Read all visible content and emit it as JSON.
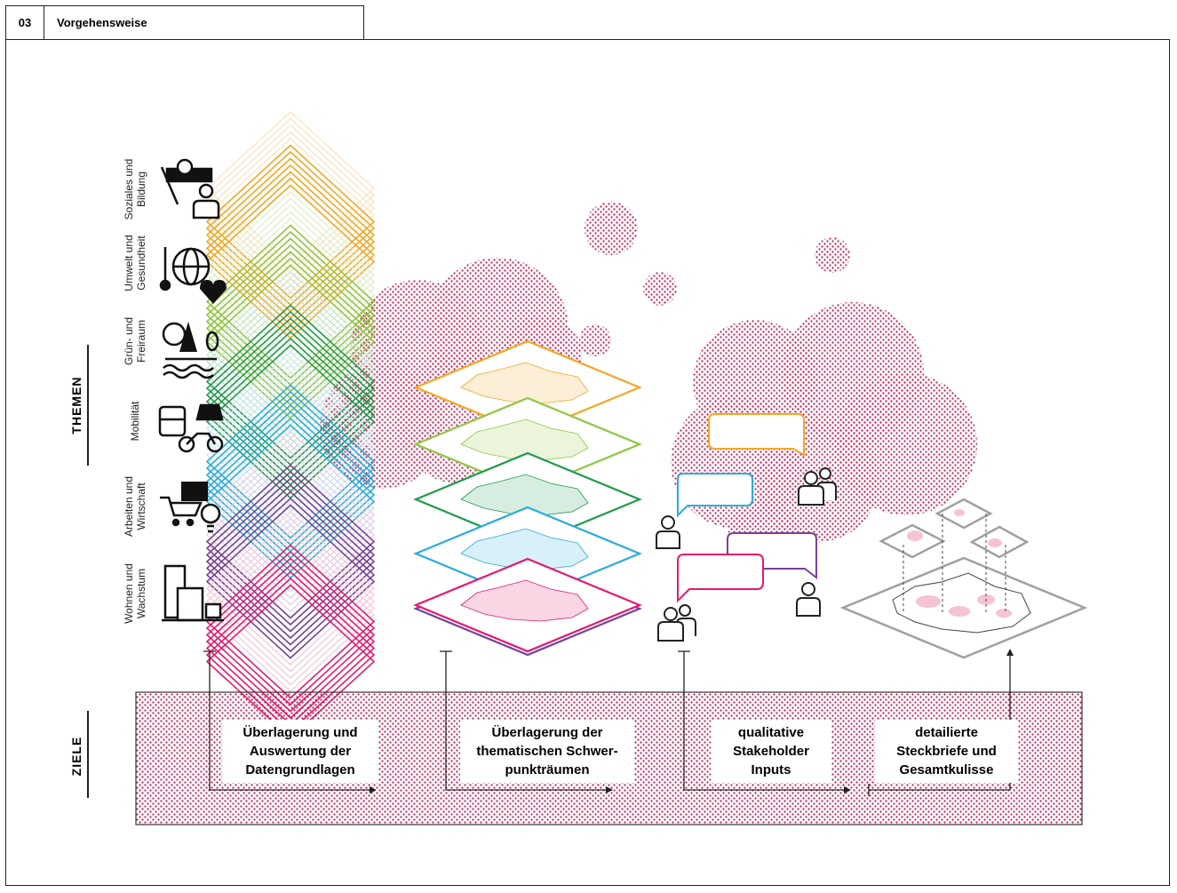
{
  "header": {
    "number": "03",
    "title": "Vorgehensweise"
  },
  "sections": {
    "themen": "THEMEN",
    "ziele": "ZIELE"
  },
  "themes": [
    {
      "line1": "Soziales und",
      "line2": "Bildung",
      "color": "#F5A623",
      "icon": "social-education-icon"
    },
    {
      "line1": "Umwelt und",
      "line2": "Gesundheit",
      "color": "#8DC63F",
      "icon": "environment-health-icon"
    },
    {
      "line1": "Grün- und",
      "line2": "Freiraum",
      "color": "#1E9B4B",
      "icon": "green-space-icon"
    },
    {
      "line1": "Mobilität",
      "line2": "",
      "color": "#29ABE2",
      "icon": "mobility-icon"
    },
    {
      "line1": "Arbeiten und",
      "line2": "Wirtschaft",
      "color": "#7B3F99",
      "icon": "work-economy-icon"
    },
    {
      "line1": "Wohnen und",
      "line2": "Wachstum",
      "color": "#E6196E",
      "icon": "housing-growth-icon"
    }
  ],
  "steps": [
    {
      "line1": "Überlagerung und",
      "line2": "Auswertung der",
      "line3": "Datengrundlagen"
    },
    {
      "line1": "Überlagerung der",
      "line2": "thematischen Schwer-",
      "line3": "punkträumen"
    },
    {
      "line1": "qualitative",
      "line2": "Stakeholder",
      "line3": "Inputs"
    },
    {
      "line1": "detailierte",
      "line2": "Steckbriefe und",
      "line3": "Gesamtkulisse"
    }
  ],
  "colors": {
    "accent": "#E6196E",
    "dots": "#C8174F",
    "grey": "#A0A0A0"
  }
}
